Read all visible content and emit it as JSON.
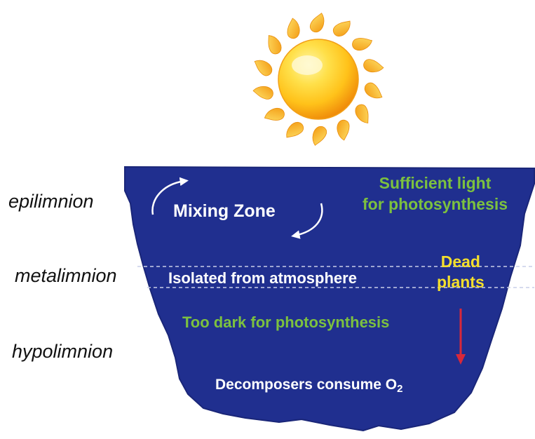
{
  "colors": {
    "water": "#202f8f",
    "water_edge": "#1a2678",
    "sun_core_light": "#fff6a8",
    "sun_core_mid": "#ffd21f",
    "sun_core_dark": "#f49a0a",
    "ray": "#ffc21a",
    "ray_dark": "#f39a12",
    "green_text": "#7cc13f",
    "yellow_text": "#f4df2c",
    "white_text": "#ffffff",
    "arrow_red": "#d8283a",
    "thermocline_line": "#c9cde8"
  },
  "layers": {
    "epilimnion": "epilimnion",
    "metalimnion": "metalimnion",
    "hypolimnion": "hypolimnion"
  },
  "lake": {
    "mixing_zone": "Mixing Zone",
    "sufficient_light_line1": "Sufficient light",
    "sufficient_light_line2": "for photosynthesis",
    "isolated": "Isolated from atmosphere",
    "dead_line1": "Dead",
    "dead_line2": "plants",
    "too_dark": "Too dark for photosynthesis",
    "decomposers_main": "Decomposers consume O",
    "decomposers_sub": "2"
  },
  "icons": [
    "sun-icon",
    "mixing-arrow-icon",
    "sinking-arrow-icon"
  ]
}
